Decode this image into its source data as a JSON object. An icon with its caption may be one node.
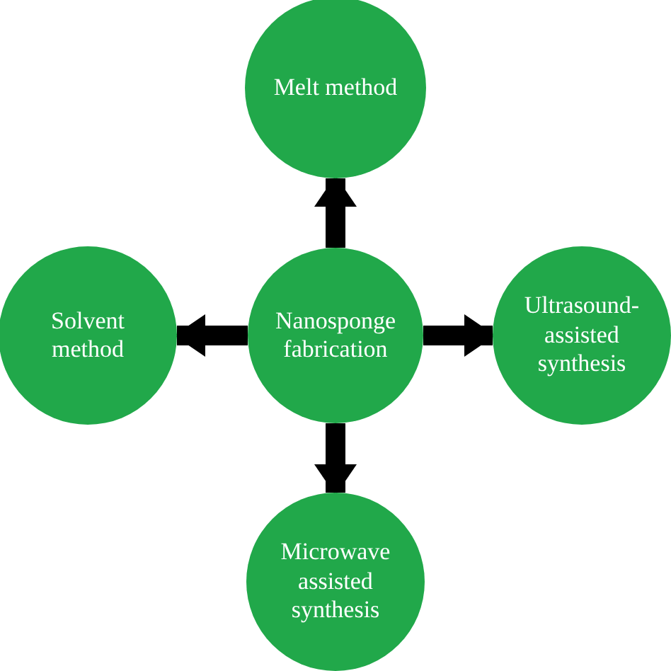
{
  "diagram": {
    "nodes": [
      {
        "text": [
          "Melt method"
        ]
      },
      {
        "text": [
          "Solvent method"
        ]
      },
      {
        "text": [
          "Nanosponge fabrication"
        ]
      },
      {
        "text": [
          "Ultrasound- assisted synthesis"
        ]
      },
      {
        "text": [
          "Microwave assisted synthesis"
        ]
      }
    ],
    "edges": [
      {
        "from": 2,
        "to": 0,
        "arrow": "to"
      },
      {
        "from": 2,
        "to": 1,
        "arrow": "to"
      },
      {
        "from": 2,
        "to": 3,
        "arrow": "to"
      },
      {
        "from": 2,
        "to": 4,
        "arrow": "to"
      }
    ]
  }
}
